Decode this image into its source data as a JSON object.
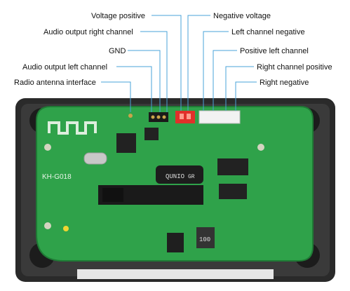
{
  "labels": {
    "voltage_positive": "Voltage positive",
    "negative_voltage": "Negative voltage",
    "audio_out_right": "Audio output right channel",
    "left_channel_negative": "Left channel negative",
    "gnd": "GND",
    "positive_left_channel": "Positive left channel",
    "audio_out_left": "Audio output left channel",
    "right_channel_positive": "Right channel positive",
    "radio_antenna": "Radio antenna interface",
    "right_negative": "Right negative"
  },
  "board": {
    "model_silk": "KH-G018",
    "cap_text": "QUNIO",
    "cap_value": "GR",
    "inductor_text": "100"
  },
  "colors": {
    "pcb": "#2fa24a",
    "enclosure": "#2b2b2b",
    "callout_line": "#4aa3d8",
    "red_header": "#e0302a"
  }
}
